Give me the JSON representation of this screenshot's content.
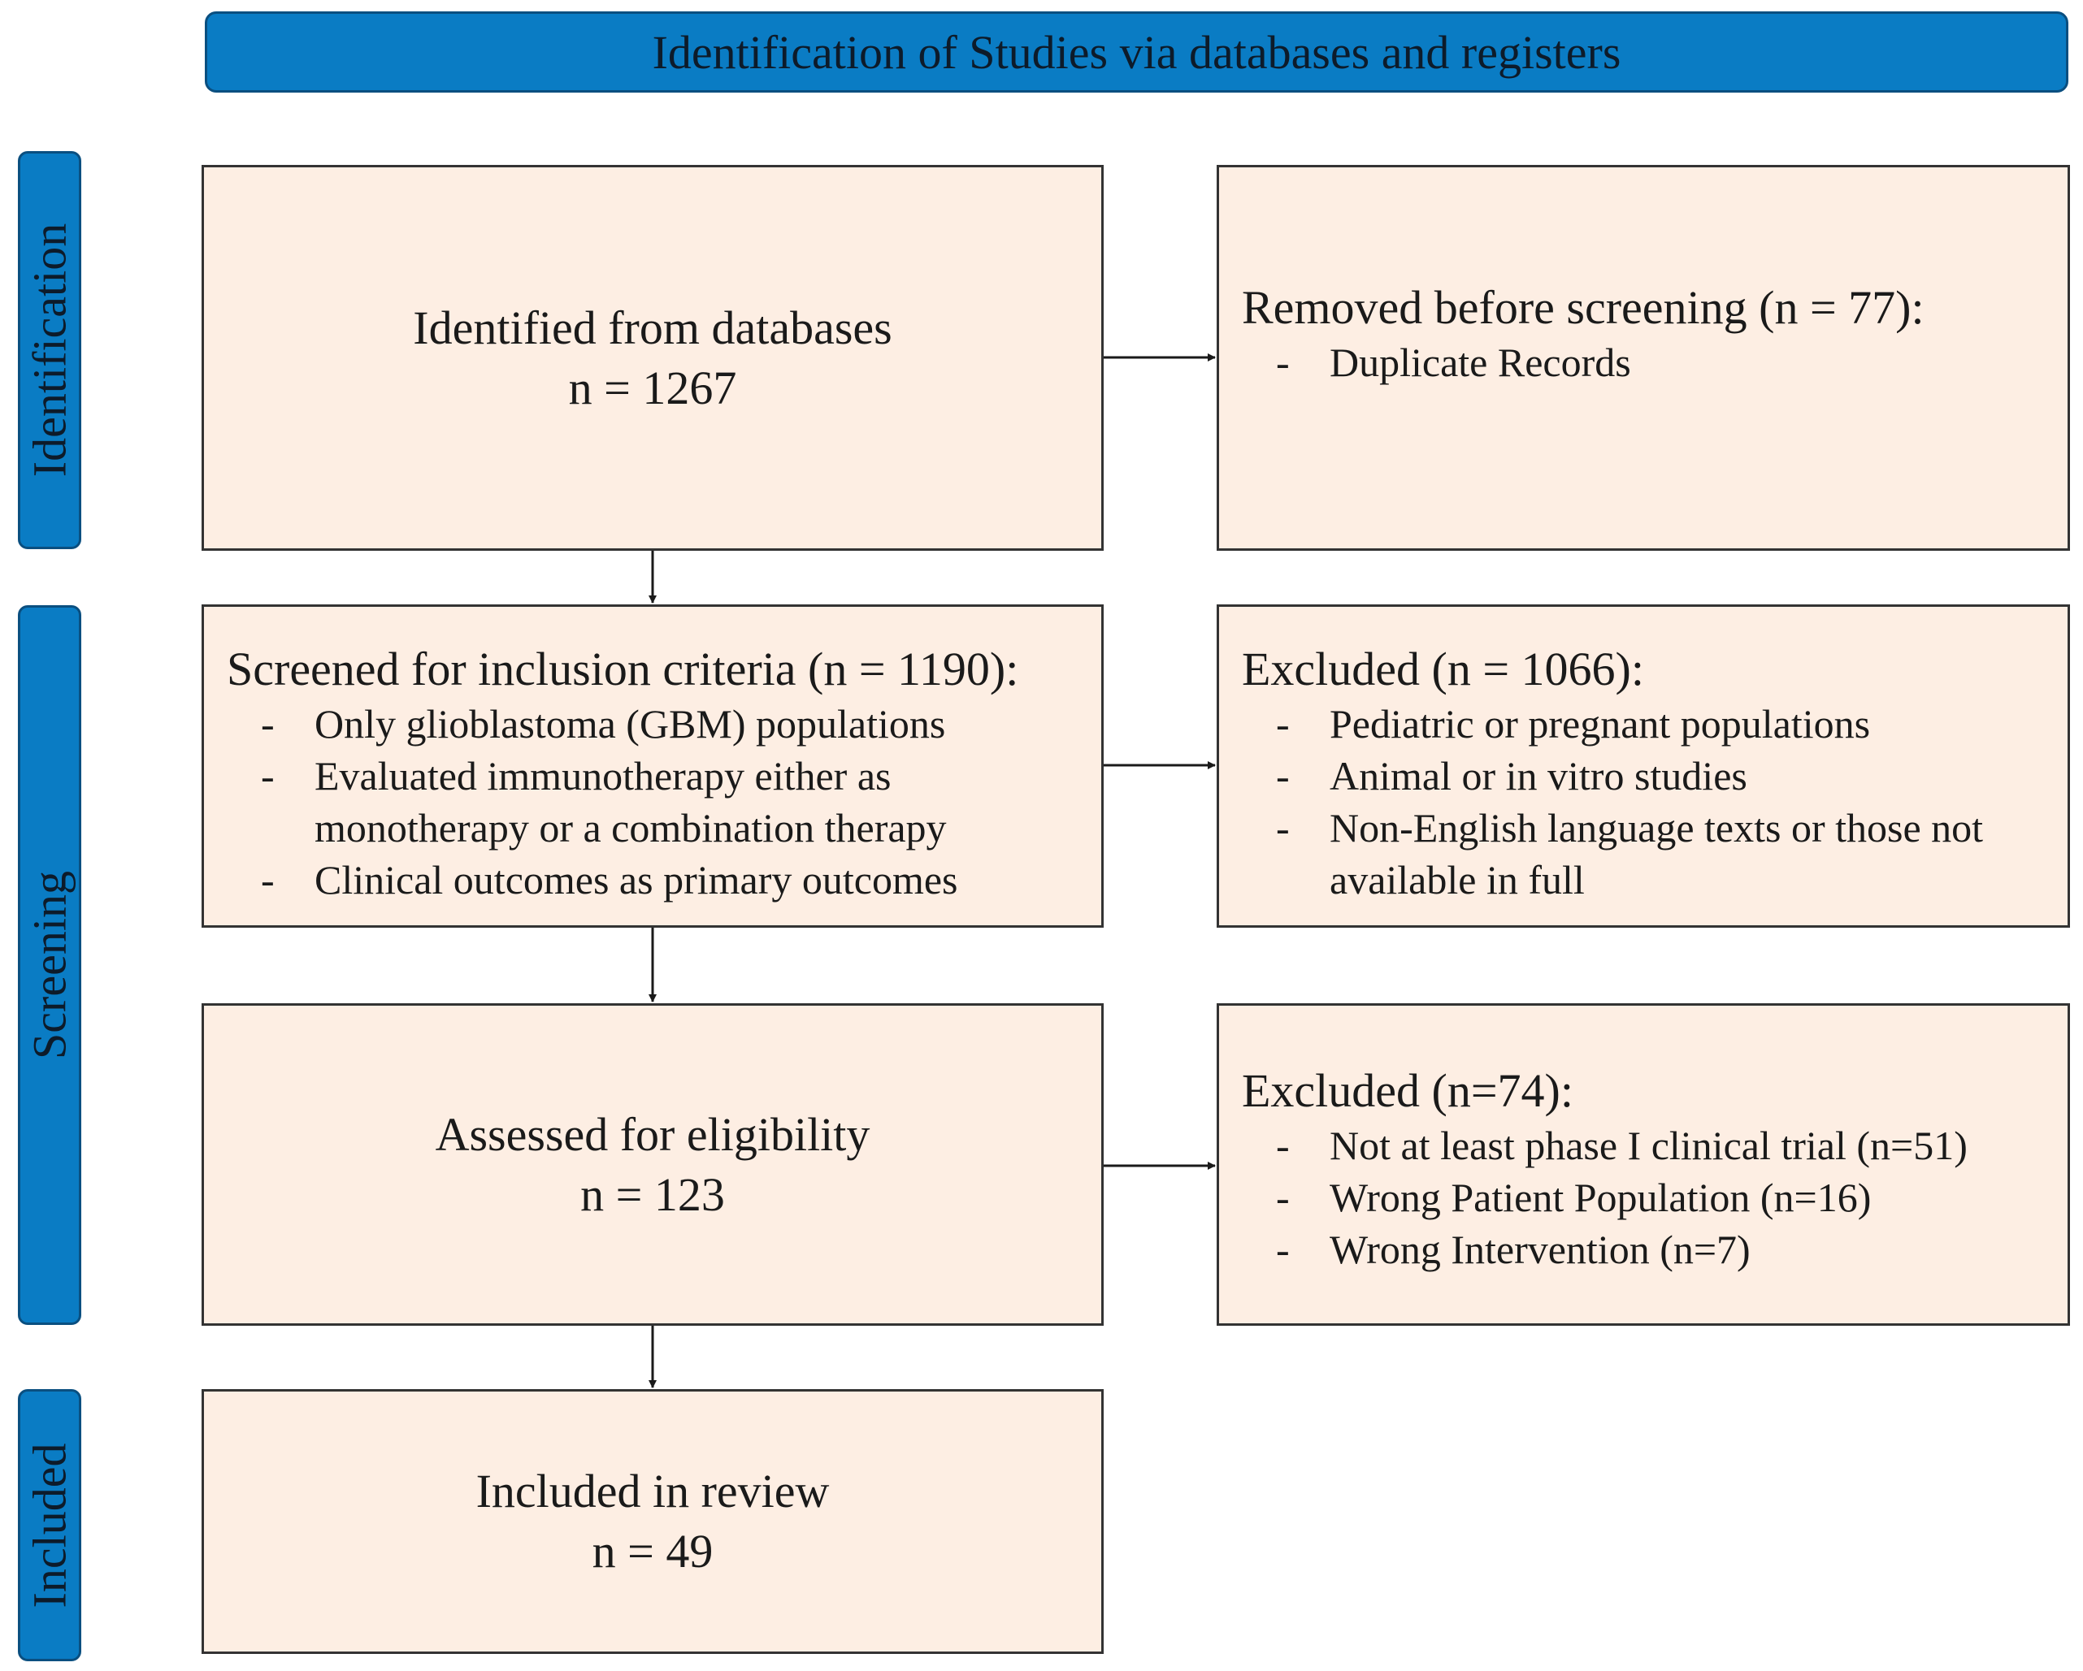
{
  "header": {
    "title": "Identification of Studies via databases and registers"
  },
  "phases": {
    "identification": "Identification",
    "screening": "Screening",
    "included": "Included"
  },
  "identified": {
    "line1": "Identified from databases",
    "line2": "n = 1267"
  },
  "removed": {
    "title": "Removed before screening (n = 77):",
    "items": [
      "Duplicate Records"
    ]
  },
  "screened": {
    "title": "Screened for inclusion criteria (n = 1190):",
    "items": [
      "Only glioblastoma (GBM) populations",
      "Evaluated immunotherapy either as monotherapy or a combination therapy",
      "Clinical outcomes as primary outcomes"
    ]
  },
  "excluded_screening": {
    "title": "Excluded (n = 1066):",
    "items": [
      "Pediatric or pregnant populations",
      "Animal or in vitro studies",
      "Non-English language texts or those not available in full"
    ]
  },
  "assessed": {
    "line1": "Assessed for eligibility",
    "line2": "n = 123"
  },
  "excluded_eligibility": {
    "title": "Excluded (n=74):",
    "items": [
      "Not at least phase I clinical trial (n=51)",
      "Wrong Patient Population (n=16)",
      "Wrong Intervention (n=7)"
    ]
  },
  "included": {
    "line1": "Included in review",
    "line2": "n = 49"
  },
  "list_marker": "-",
  "colors": {
    "phase_fill": "#0a7cc4",
    "box_fill": "#fdeee3",
    "box_border": "#333333"
  }
}
